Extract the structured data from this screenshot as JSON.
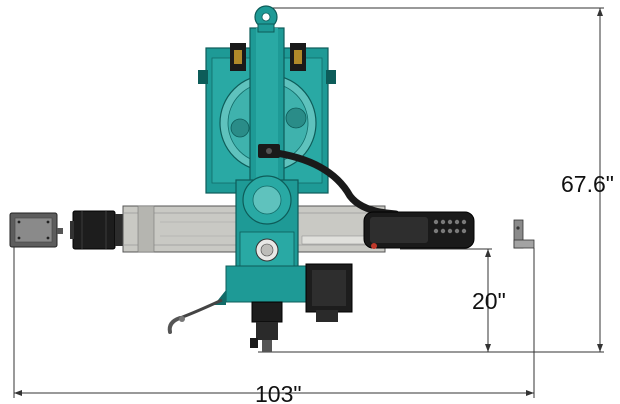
{
  "diagram": {
    "dimensions": {
      "height_label": "67.6\"",
      "depth_label": "20\"",
      "width_label": "103\""
    }
  },
  "colors": {
    "machine_teal": "#1e9a96",
    "machine_teal_dark": "#126b68",
    "machine_teal_light": "#5fc2bd",
    "table_silver": "#c9c9c4",
    "dark_gray": "#2a2a2a",
    "dimension_line": "#333333"
  },
  "icons": {
    "mill": "milling-machine-top-view",
    "control": "pendant-controller",
    "motor": "stepper-motor",
    "box": "electrical-box",
    "bracket": "limit-switch-bracket"
  }
}
